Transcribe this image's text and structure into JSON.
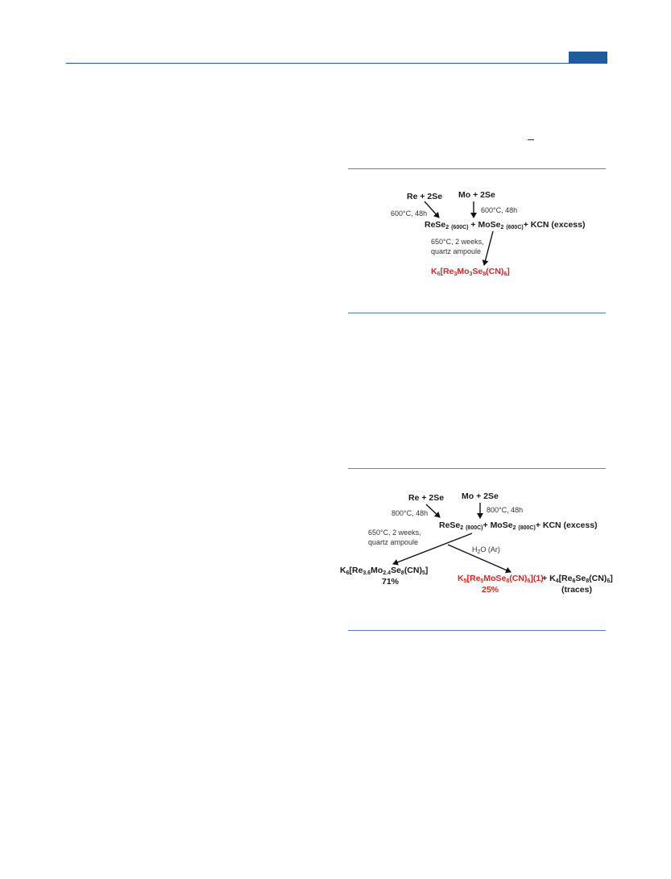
{
  "scheme1": {
    "reactant_re": "Re + 2Se",
    "reactant_mo": "Mo + 2Se",
    "cond_re": "600°C, 48h",
    "cond_mo": "600°C, 48h",
    "mid": {
      "re_main": "ReSe",
      "re_sub1": "2",
      "re_sub2": "(600C)",
      "plus1": " + ",
      "mo_main": "MoSe",
      "mo_sub1": "2",
      "mo_sub2": "(600C)",
      "tail": "+ KCN (excess)"
    },
    "cond_final_line1": "650°C, 2 weeks,",
    "cond_final_line2": "quartz ampoule",
    "product": {
      "k": "K",
      "k_sub": "6",
      "a": "[Re",
      "re_sub": "3",
      "b": "Mo",
      "mo_sub": "3",
      "c": "Se",
      "se_sub": "8",
      "d": "(CN)",
      "cn_sub": "6",
      "e": "]"
    },
    "colors": {
      "product": "#e8231f"
    }
  },
  "scheme2": {
    "reactant_re": "Re + 2Se",
    "reactant_mo": "Mo + 2Se",
    "cond_re": "800°C, 48h",
    "cond_mo": "800°C, 48h",
    "mid": {
      "re_main": "ReSe",
      "re_sub1": "2",
      "re_sub2": "(800C)",
      "plus1": "+ ",
      "mo_main": "MoSe",
      "mo_sub1": "2",
      "mo_sub2": "(800C)",
      "tail": "+ KCN (excess)"
    },
    "cond_left_line1": "650°C, 2 weeks,",
    "cond_left_line2": "quartz ampoule",
    "cond_right": {
      "a": "H",
      "sub": "2",
      "b": "O (Ar)"
    },
    "product_left": {
      "k": "K",
      "k_sub": "6",
      "a": "[Re",
      "re_sub": "3.6",
      "b": "Mo",
      "mo_sub": "2.4",
      "c": "Se",
      "se_sub": "8",
      "d": "(CN)",
      "cn_sub": "5",
      "e": "]",
      "yield": "71%"
    },
    "product_mid": {
      "k": "K",
      "k_sub": "5",
      "a": "[Re",
      "re_sub": "5",
      "b": "MoSe",
      "se_sub": "8",
      "d": "(CN)",
      "cn_sub": "6",
      "e": "](1)",
      "yield": "25%"
    },
    "product_right": {
      "plus": "+ ",
      "k": "K",
      "k_sub": "4",
      "a": "[Re",
      "re_sub": "6",
      "c": "Se",
      "se_sub": "8",
      "d": "(CN)",
      "cn_sub": "6",
      "e": "]",
      "note": "(traces)"
    },
    "colors": {
      "product_mid": "#e8231f"
    }
  }
}
